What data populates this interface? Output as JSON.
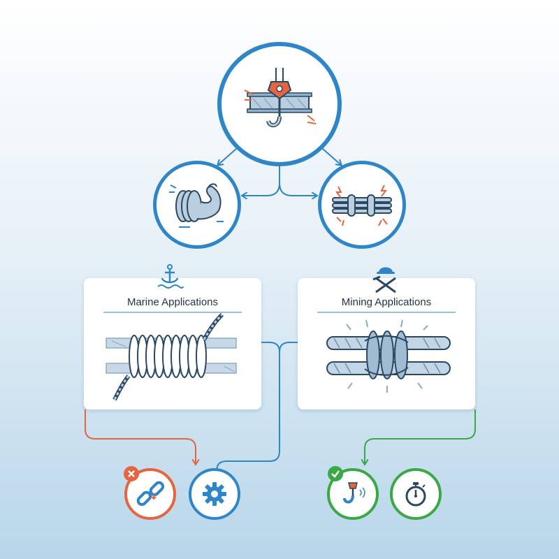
{
  "cards": {
    "marine": {
      "title": "Marine Applications",
      "icon": "anchor-icon"
    },
    "mining": {
      "title": "Mining Applications",
      "icon": "mining-tools-icon"
    }
  },
  "nodes": {
    "top": {
      "icon": "crane-hook-beam-icon"
    },
    "strength": {
      "icon": "strength-rope-icon"
    },
    "abrasion": {
      "icon": "rope-wear-icon"
    },
    "failure": {
      "icon": "broken-chain-icon",
      "badge": "error-badge"
    },
    "maintenance": {
      "icon": "gear-icon"
    },
    "lifting": {
      "icon": "crane-hook-icon",
      "badge": "check-badge"
    },
    "speed": {
      "icon": "stopwatch-icon"
    }
  },
  "colors": {
    "blue": "#2e86c8",
    "orange": "#e5653f",
    "green": "#39a845",
    "steel": "#b9cfe0",
    "ink": "#2c4760",
    "background_top": "#ffffff",
    "background_bottom": "#b8d6ea"
  }
}
